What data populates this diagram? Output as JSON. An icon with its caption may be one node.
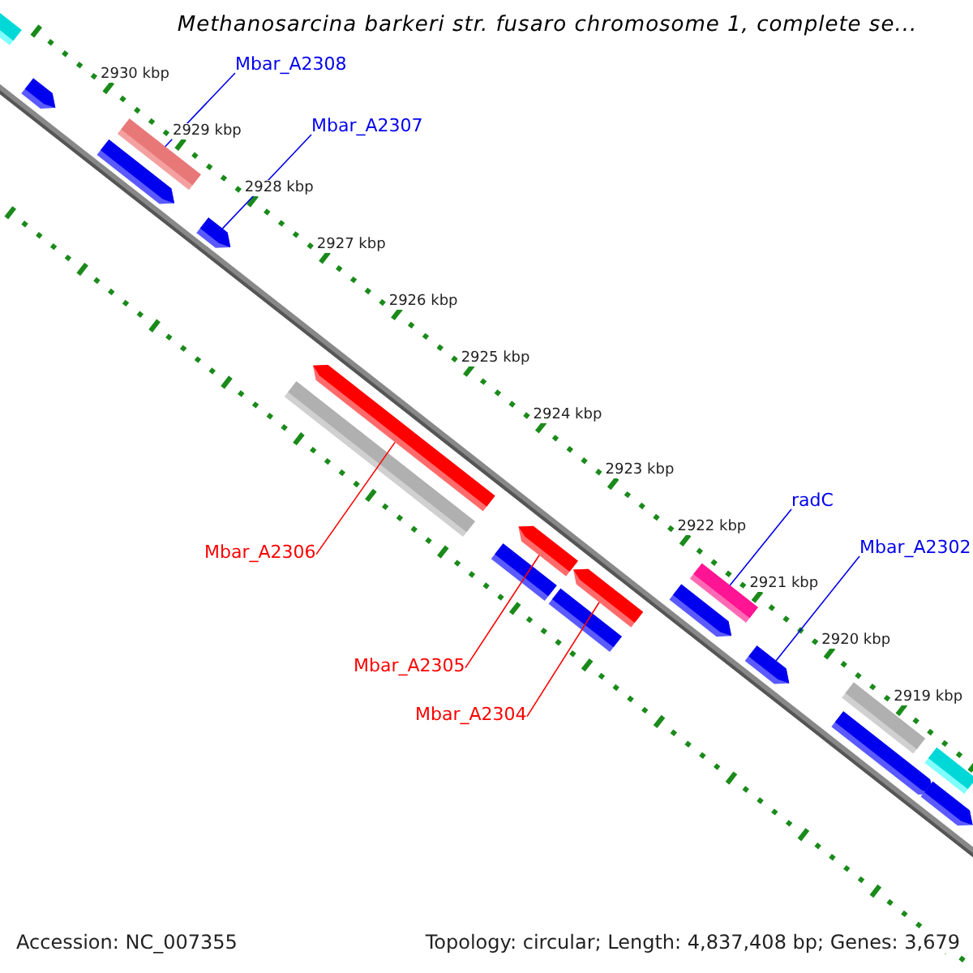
{
  "diagram": {
    "title": "Methanosarcina barkeri str. fusaro chromosome 1, complete se...",
    "nodes": [
      {
        "text": [
          "Mbar_A2308"
        ]
      },
      {
        "text": [],
        "shape": "bar"
      },
      {
        "text": [
          "Mbar_A2307"
        ]
      },
      {
        "text": [],
        "shape": "arrow"
      },
      {
        "text": [
          "radC"
        ]
      },
      {
        "text": [],
        "shape": "bar"
      },
      {
        "text": [
          "Mbar_A2302"
        ]
      },
      {
        "text": [],
        "shape": "arrow"
      },
      {
        "text": [
          "Mbar_A2306"
        ]
      },
      {
        "text": [],
        "shape": "arrow"
      },
      {
        "text": [
          "Mbar_A2305"
        ]
      },
      {
        "text": [],
        "shape": "arrow"
      },
      {
        "text": [
          "Mbar_A2304"
        ]
      },
      {
        "text": [],
        "shape": "arrow"
      },
      {
        "text": [],
        "shape": "bar"
      },
      {
        "text": [],
        "shape": "arrow"
      },
      {
        "text": [],
        "shape": "arrow"
      },
      {
        "text": [],
        "shape": "bar"
      },
      {
        "text": [],
        "shape": "bar"
      },
      {
        "text": [],
        "shape": "bar"
      },
      {
        "text": [],
        "shape": "arrow"
      },
      {
        "text": [],
        "shape": "bar"
      },
      {
        "text": [],
        "shape": "arrow"
      },
      {
        "text": [],
        "shape": "bar"
      },
      {
        "text": [],
        "shape": "arrow"
      }
    ],
    "edges": [
      {
        "from": 0,
        "to": 1,
        "arrow": "none"
      },
      {
        "from": 2,
        "to": 3,
        "arrow": "none"
      },
      {
        "from": 4,
        "to": 5,
        "arrow": "none"
      },
      {
        "from": 6,
        "to": 7,
        "arrow": "none"
      },
      {
        "from": 8,
        "to": 9,
        "arrow": "none",
        "color": "#ff0000"
      },
      {
        "from": 10,
        "to": 11,
        "arrow": "none",
        "color": "#ff0000"
      },
      {
        "from": 12,
        "to": 13,
        "arrow": "none",
        "color": "#ff0000"
      }
    ],
    "labels": [
      "2930 kbp",
      "2929 kbp",
      "2928 kbp",
      "2927 kbp",
      "2926 kbp",
      "2925 kbp",
      "2924 kbp",
      "2923 kbp",
      "2922 kbp",
      "2921 kbp",
      "2920 kbp",
      "2919 kbp",
      "Accession: NC_007355",
      "Topology: circular; Length: 4,837,408 bp; Genes: 3,679"
    ]
  }
}
